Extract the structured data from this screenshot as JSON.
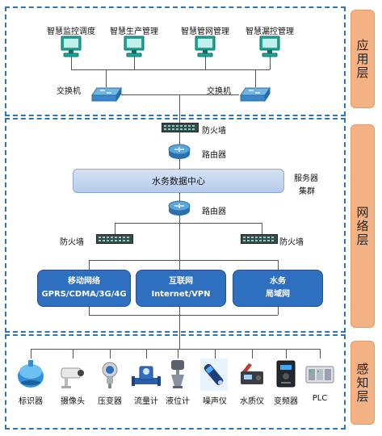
{
  "layers": {
    "application": "应用层",
    "network": "网络层",
    "perception": "感知层"
  },
  "application": {
    "terminals": [
      "智慧监控调度",
      "智慧生产管理",
      "智慧管网管理",
      "智慧漏控管理"
    ],
    "switch_left": "交换机",
    "switch_right": "交换机"
  },
  "network": {
    "firewall_top": "防火墙",
    "router_top": "路由器",
    "data_center": "水务数据中心",
    "server_cluster_line1": "服务器",
    "server_cluster_line2": "集群",
    "router_bottom": "路由器",
    "firewall_left": "防火墙",
    "firewall_right": "防火墙",
    "networks": [
      {
        "line1": "移动网络",
        "line2": "GPRS/CDMA/3G/4G"
      },
      {
        "line1": "互联网",
        "line2": "Internet/VPN"
      },
      {
        "line1": "水务",
        "line2": "局域网"
      }
    ]
  },
  "perception": {
    "devices": [
      "标识器",
      "摄像头",
      "压变器",
      "流量计",
      "液位计",
      "噪声仪",
      "水质仪",
      "变频器",
      "PLC"
    ]
  },
  "colors": {
    "dashed_border": "#2e75b6",
    "layer_tab": "#f4b183",
    "network_box": "#2f6fc0",
    "data_center": "#c5d6ef"
  }
}
